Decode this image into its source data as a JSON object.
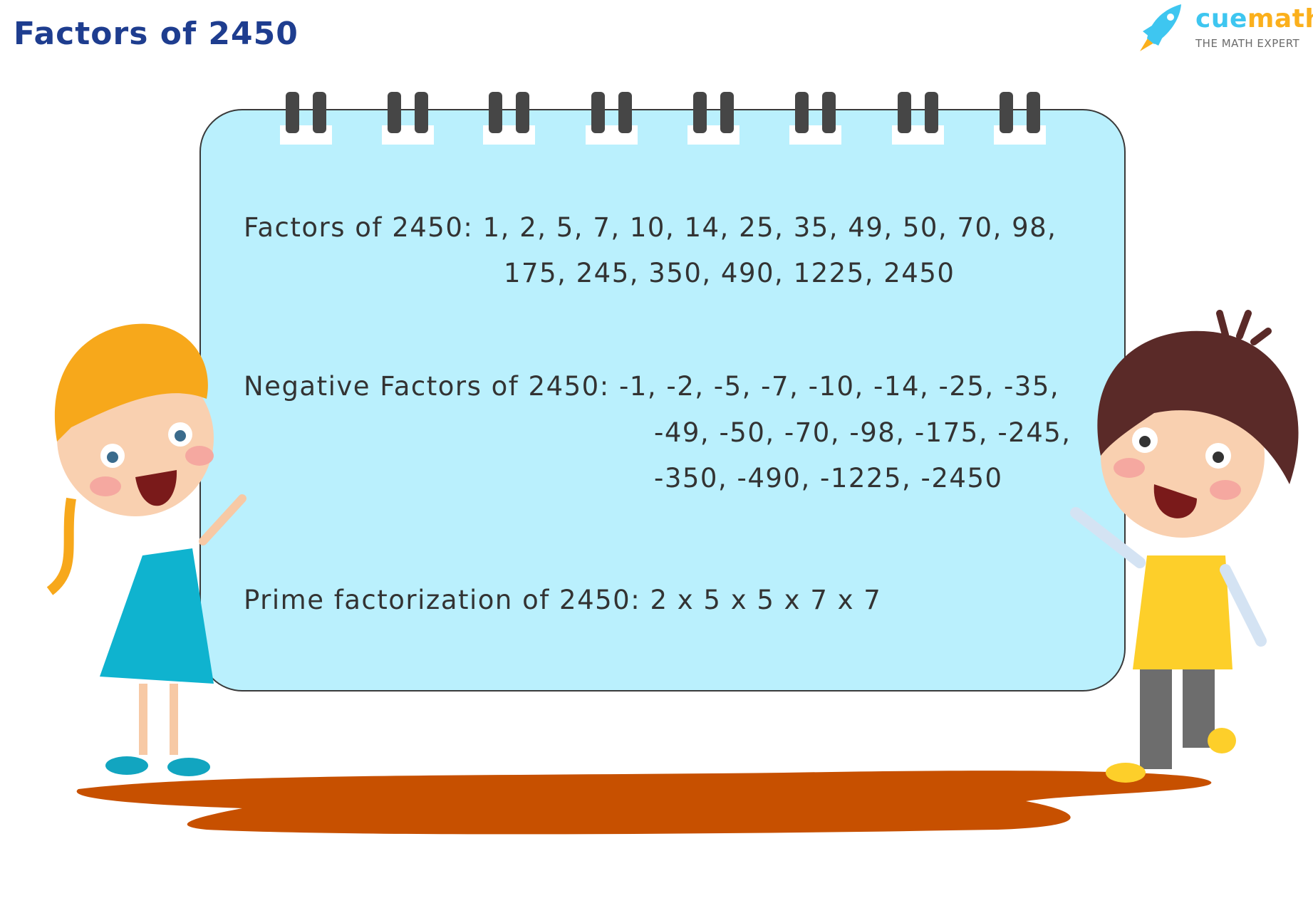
{
  "title": "Factors of 2450",
  "logo": {
    "word_part1": "cue",
    "word_part2": "math",
    "tagline": "THE MATH EXPERT",
    "icon": "rocket-icon"
  },
  "board": {
    "factors": {
      "label": "Factors of 2450:",
      "line1": "1, 2, 5, 7, 10, 14, 25, 35, 49, 50, 70, 98,",
      "line2": "175, 245, 350, 490, 1225, 2450"
    },
    "negative": {
      "label": "Negative Factors of 2450:",
      "line1": "-1, -2, -5, -7, -10, -14, -25, -35,",
      "line2": "-49, -50, -70, -98, -175, -245,",
      "line3": "-350, -490, -1225, -2450"
    },
    "prime": {
      "label": "Prime factorization of 2450:",
      "value": "2 x 5 x 5 x 7 x 7"
    }
  },
  "colors": {
    "title": "#1e3d8f",
    "board": "#baf0fd",
    "puddle": "#c75000",
    "cue": "#3ec6f0",
    "math": "#fbb01c"
  }
}
